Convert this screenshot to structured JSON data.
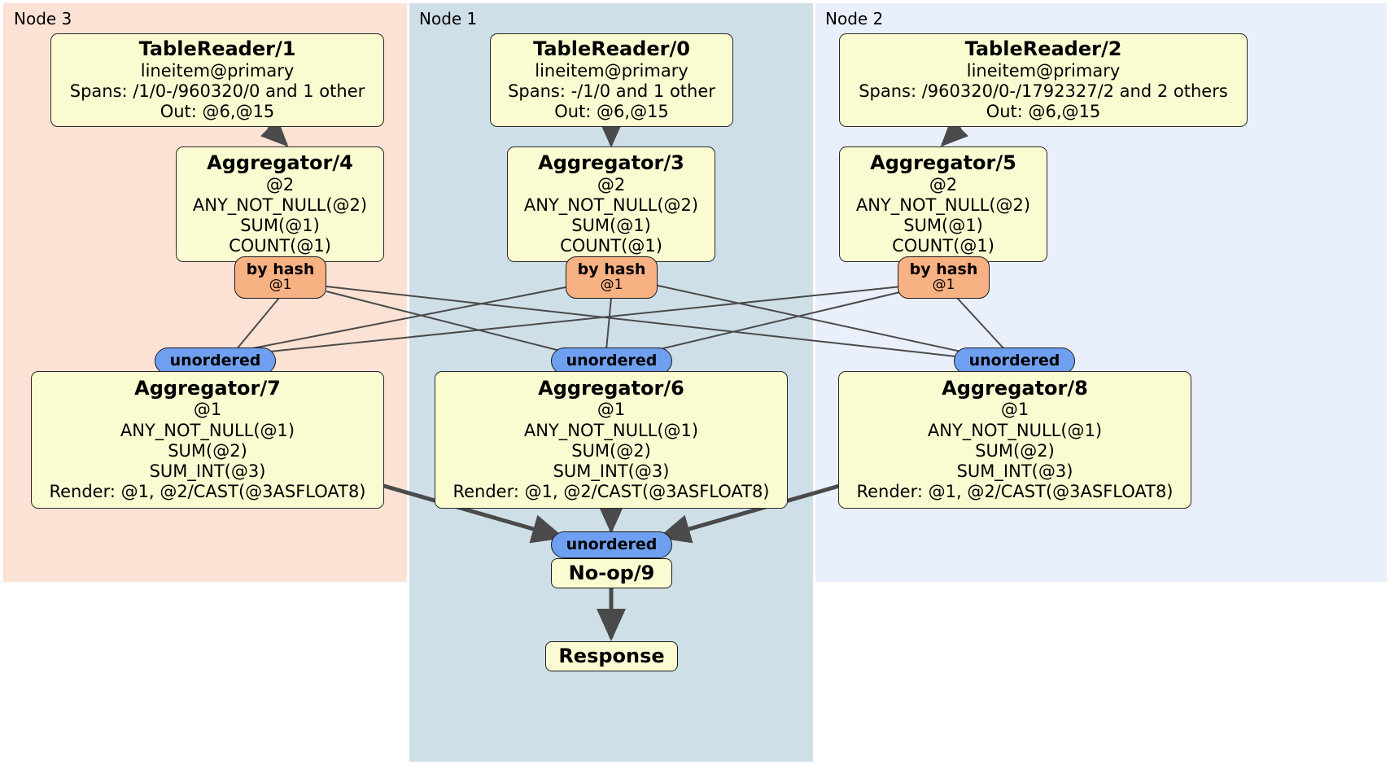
{
  "diagram": {
    "type": "distributed-query-plan",
    "background": "#ffffff",
    "colors": {
      "node3_panel": "#fbe2d5",
      "node1_panel": "#cfdfe8",
      "node2_panel": "#eaf0fb",
      "processor_fill": "#fbfbd2",
      "processor_stroke": "#2a2a2a",
      "by_hash_fill": "#f8b183",
      "unordered_fill": "#6f9ff0",
      "edge_stroke": "#4a4a4a"
    }
  },
  "nodes": [
    {
      "id": "node3",
      "label": "Node 3"
    },
    {
      "id": "node1",
      "label": "Node 1"
    },
    {
      "id": "node2",
      "label": "Node 2"
    }
  ],
  "processors": {
    "table_reader_1": {
      "title": "TableReader/1",
      "lines": [
        "lineitem@primary",
        "Spans: /1/0-/960320/0 and 1 other",
        "Out: @6,@15"
      ]
    },
    "table_reader_0": {
      "title": "TableReader/0",
      "lines": [
        "lineitem@primary",
        "Spans: -/1/0 and 1 other",
        "Out: @6,@15"
      ]
    },
    "table_reader_2": {
      "title": "TableReader/2",
      "lines": [
        "lineitem@primary",
        "Spans: /960320/0-/1792327/2 and 2 others",
        "Out: @6,@15"
      ]
    },
    "aggregator_4": {
      "title": "Aggregator/4",
      "lines": [
        "@2",
        "ANY_NOT_NULL(@2)",
        "SUM(@1)",
        "COUNT(@1)"
      ]
    },
    "aggregator_3": {
      "title": "Aggregator/3",
      "lines": [
        "@2",
        "ANY_NOT_NULL(@2)",
        "SUM(@1)",
        "COUNT(@1)"
      ]
    },
    "aggregator_5": {
      "title": "Aggregator/5",
      "lines": [
        "@2",
        "ANY_NOT_NULL(@2)",
        "SUM(@1)",
        "COUNT(@1)"
      ]
    },
    "aggregator_7": {
      "title": "Aggregator/7",
      "lines": [
        "@1",
        "ANY_NOT_NULL(@1)",
        "SUM(@2)",
        "SUM_INT(@3)",
        "Render: @1, @2/CAST(@3ASFLOAT8)"
      ]
    },
    "aggregator_6": {
      "title": "Aggregator/6",
      "lines": [
        "@1",
        "ANY_NOT_NULL(@1)",
        "SUM(@2)",
        "SUM_INT(@3)",
        "Render: @1, @2/CAST(@3ASFLOAT8)"
      ]
    },
    "aggregator_8": {
      "title": "Aggregator/8",
      "lines": [
        "@1",
        "ANY_NOT_NULL(@1)",
        "SUM(@2)",
        "SUM_INT(@3)",
        "Render: @1, @2/CAST(@3ASFLOAT8)"
      ]
    },
    "noop_9": {
      "title": "No-op/9",
      "lines": []
    },
    "response": {
      "title": "Response",
      "lines": []
    }
  },
  "routers": {
    "by_hash_left": {
      "title": "by hash",
      "sub": "@1"
    },
    "by_hash_center": {
      "title": "by hash",
      "sub": "@1"
    },
    "by_hash_right": {
      "title": "by hash",
      "sub": "@1"
    },
    "unordered_left": {
      "title": "unordered",
      "sub": ""
    },
    "unordered_center": {
      "title": "unordered",
      "sub": ""
    },
    "unordered_right": {
      "title": "unordered",
      "sub": ""
    },
    "unordered_final": {
      "title": "unordered",
      "sub": ""
    }
  }
}
